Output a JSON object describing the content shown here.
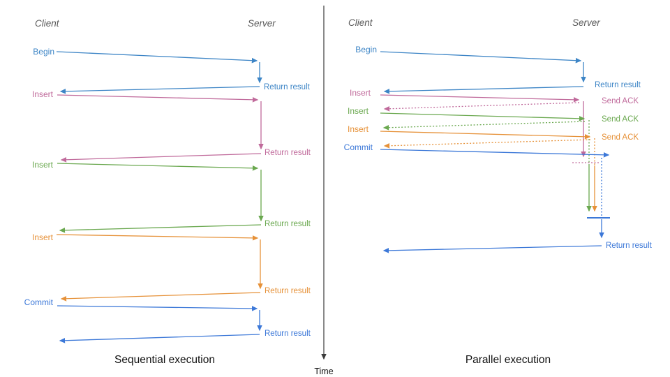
{
  "colors": {
    "blue1": "#3d85c6",
    "blue2": "#3c78d8",
    "pink": "#c06a9b",
    "green": "#6aa84f",
    "orange": "#e69138",
    "axis": "#3b3b3b"
  },
  "left": {
    "title": "Sequential execution",
    "client_header": "Client",
    "server_header": "Server",
    "ops": [
      {
        "label": "Begin",
        "response": "Return result"
      },
      {
        "label": "Insert",
        "response": "Return result"
      },
      {
        "label": "Insert",
        "response": "Return result"
      },
      {
        "label": "Insert",
        "response": "Return result"
      },
      {
        "label": "Commit",
        "response": "Return result"
      }
    ]
  },
  "right": {
    "title": "Parallel execution",
    "client_header": "Client",
    "server_header": "Server",
    "ops": [
      {
        "label": "Begin",
        "response": "Return result"
      },
      {
        "label": "Insert",
        "response": "Send ACK"
      },
      {
        "label": "Insert",
        "response": "Send ACK"
      },
      {
        "label": "Insert",
        "response": "Send ACK"
      },
      {
        "label": "Commit",
        "response": "Return result"
      }
    ],
    "final_response": "Return result"
  },
  "time_axis": {
    "label": "Time"
  }
}
